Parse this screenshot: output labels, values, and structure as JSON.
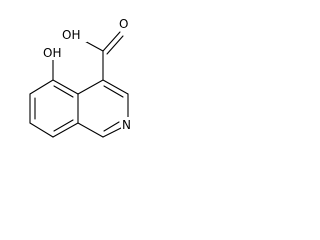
{
  "molecule": {
    "atoms": {
      "hydroxyl": "OH",
      "acid_oxygen_double": "O",
      "acid_hydroxyl": "OH",
      "ring_nitrogen": "N"
    }
  },
  "colors": {
    "bond": "#000000",
    "background": "#ffffff"
  }
}
